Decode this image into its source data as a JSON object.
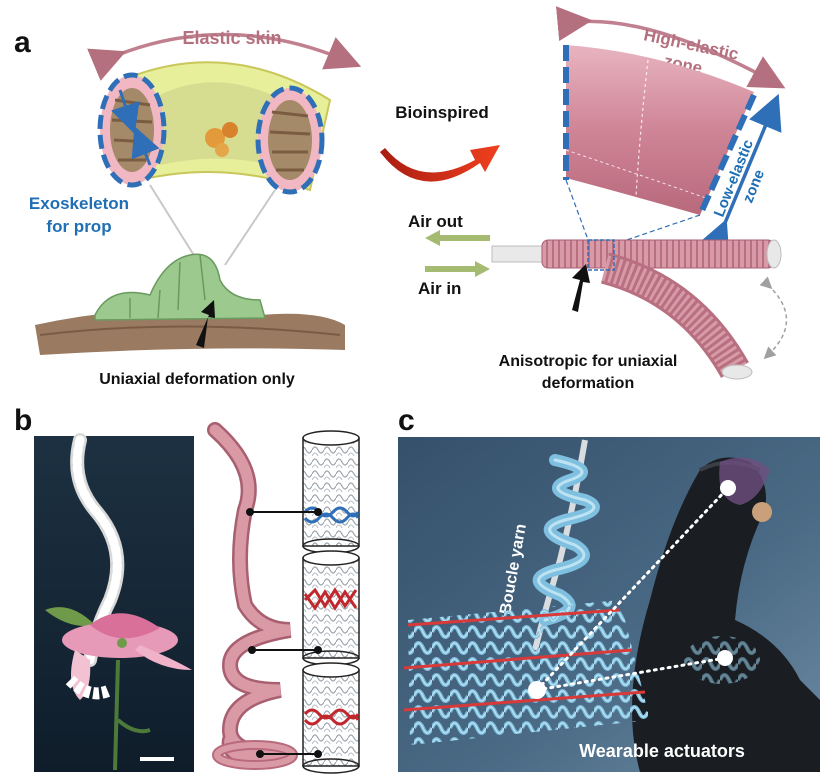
{
  "panels": {
    "a": {
      "letter": "a",
      "elastic_skin": "Elastic skin",
      "exoskeleton_line1": "Exoskeleton",
      "exoskeleton_line2": "for prop",
      "uniaxial_caption": "Uniaxial deformation only",
      "bioinspired": "Bioinspired",
      "high_elastic_line1": "High-elastic",
      "high_elastic_line2": "zone",
      "low_elastic_line1": "Low-elastic",
      "low_elastic_line2": "zone",
      "air_out": "Air out",
      "air_in": "Air in",
      "anisotropic_line1": "Anisotropic for uniaxial",
      "anisotropic_line2": "deformation"
    },
    "b": {
      "letter": "b"
    },
    "c": {
      "letter": "c",
      "boucle_yarn": "Boucle yarn",
      "wearable": "Wearable actuators"
    }
  },
  "colors": {
    "blue_label": "#1f6fb4",
    "mauve_label": "#b5707f",
    "tube_pink": "#d99aa6",
    "arrow_red": "#d8301c",
    "arrow_green": "#a6bb72",
    "dark_panel": "#24394d"
  }
}
